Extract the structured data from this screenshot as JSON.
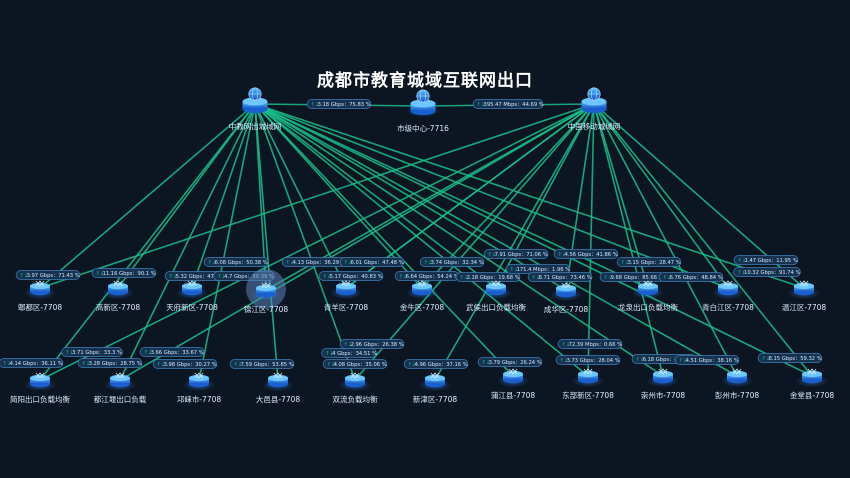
{
  "title": "成都市教育城域互联网出口",
  "colors": {
    "background": "#0c1622",
    "link": "#19c08a",
    "node_top": "#3fa9ff",
    "node_bottom": "#1a5fd0",
    "label_bg": "#16324f",
    "label_border": "#3e7fb8",
    "highlight": "#5b7fb4"
  },
  "nodes": [
    {
      "id": "hub_left",
      "label": "中教网出城域网",
      "kind": "hub"
    },
    {
      "id": "center",
      "label": "市级中心-7716",
      "kind": "center"
    },
    {
      "id": "hub_right",
      "label": "中国移动城域网",
      "kind": "hub"
    },
    {
      "id": "pidu",
      "label": "郫都区-7708",
      "kind": "leaf"
    },
    {
      "id": "gaoxin",
      "label": "高新区-7708",
      "kind": "leaf"
    },
    {
      "id": "tianfu",
      "label": "天府新区-7708",
      "kind": "leaf"
    },
    {
      "id": "jinjiang",
      "label": "锦江区-7708",
      "kind": "leaf",
      "highlight": true
    },
    {
      "id": "qingyang",
      "label": "青羊区-7708",
      "kind": "leaf"
    },
    {
      "id": "jinniu",
      "label": "金牛区-7708",
      "kind": "leaf"
    },
    {
      "id": "wuhou",
      "label": "武侯出口负载均衡",
      "kind": "leaf"
    },
    {
      "id": "chenghua",
      "label": "成华区-7708",
      "kind": "leaf"
    },
    {
      "id": "longquan",
      "label": "龙泉出口负载均衡",
      "kind": "leaf"
    },
    {
      "id": "qingbaijiang",
      "label": "青白江区-7708",
      "kind": "leaf"
    },
    {
      "id": "wenjiang",
      "label": "温江区-7708",
      "kind": "leaf"
    },
    {
      "id": "jianyang",
      "label": "简阳出口负载均衡",
      "kind": "leaf"
    },
    {
      "id": "dujiangyan",
      "label": "都江堰出口负载",
      "kind": "leaf"
    },
    {
      "id": "qionglai",
      "label": "邛崃市-7708",
      "kind": "leaf"
    },
    {
      "id": "dayi",
      "label": "大邑县-7708",
      "kind": "leaf"
    },
    {
      "id": "shuangliu",
      "label": "双流负载均衡",
      "kind": "leaf"
    },
    {
      "id": "xinjin",
      "label": "新津区-7708",
      "kind": "leaf"
    },
    {
      "id": "pujiang",
      "label": "蒲江县-7708",
      "kind": "leaf"
    },
    {
      "id": "dongbu",
      "label": "东部新区-7708",
      "kind": "leaf"
    },
    {
      "id": "chongzhou",
      "label": "崇州市-7708",
      "kind": "leaf"
    },
    {
      "id": "pengzhou",
      "label": "彭州市-7708",
      "kind": "leaf"
    },
    {
      "id": "jintang",
      "label": "金堂县-7708",
      "kind": "leaf"
    }
  ],
  "links": [
    {
      "from": "hub_left",
      "to": "center",
      "label": "3.18 Gbps：75.83 %"
    },
    {
      "from": "center",
      "to": "hub_right",
      "label": "395.47 Mbps：44.69 %"
    },
    {
      "from": "hub_left",
      "to": "pidu",
      "label": "3.97 Gbps：71.43 %"
    },
    {
      "from": "hub_left",
      "to": "gaoxin",
      "label": "11.16 Gbps：90.1 %"
    },
    {
      "from": "hub_left",
      "to": "tianfu",
      "label": "5.32 Gbps：47.55 %"
    },
    {
      "from": "hub_left",
      "to": "jinjiang",
      "label": "6.08 Gbps：50.38 %"
    },
    {
      "from": "hub_left",
      "to": "qingyang",
      "label": "4.13 Gbps：36.29 %"
    },
    {
      "from": "hub_left",
      "to": "jinniu",
      "label": "6.01 Gbps：47.48 %"
    },
    {
      "from": "hub_left",
      "to": "wuhou",
      "label": "3.74 Gbps：32.34 %"
    },
    {
      "from": "hub_left",
      "to": "chenghua",
      "label": "7.91 Gbps：71.06 %"
    },
    {
      "from": "hub_left",
      "to": "longquan",
      "label": "4.56 Gbps：41.86 %"
    },
    {
      "from": "hub_left",
      "to": "qingbaijiang",
      "label": "3.15 Gbps：28.47 %"
    },
    {
      "from": "hub_left",
      "to": "wenjiang",
      "label": "1.47 Gbps：11.95 %"
    },
    {
      "from": "hub_right",
      "to": "jinjiang",
      "label": "4.7 Gbps：50.39 %"
    },
    {
      "from": "hub_right",
      "to": "qingyang",
      "label": "5.17 Gbps：40.83 %"
    },
    {
      "from": "hub_right",
      "to": "jinniu",
      "label": "6.64 Gbps：54.24 %"
    },
    {
      "from": "hub_right",
      "to": "wuhou",
      "label": "2.18 Gbps：19.68 %"
    },
    {
      "from": "hub_right",
      "to": "chenghua",
      "label": "171.4 Mbps：1.96 %"
    },
    {
      "from": "hub_right",
      "to": "longquan",
      "label": "8.71 Gbps：73.46 %"
    },
    {
      "from": "hub_right",
      "to": "qingbaijiang",
      "label": "9.68 Gbps：85.66 %"
    },
    {
      "from": "hub_right",
      "to": "wenjiang",
      "label": "6.76 Gbps：48.84 %"
    },
    {
      "from": "hub_right",
      "to": "pidu",
      "label": "10.32 Gbps：91.74 %"
    },
    {
      "from": "hub_left",
      "to": "jianyang",
      "label": "4.14 Gbps：36.11 %"
    },
    {
      "from": "hub_right",
      "to": "jianyang",
      "label": "3.71 Gbps：33.3 %"
    },
    {
      "from": "hub_left",
      "to": "dujiangyan",
      "label": "3.28 Gbps：28.75 %"
    },
    {
      "from": "hub_right",
      "to": "dujiangyan",
      "label": "3.66 Gbps：33.67 %"
    },
    {
      "from": "hub_left",
      "to": "qionglai",
      "label": "3.98 Gbps：30.27 %"
    },
    {
      "from": "hub_left",
      "to": "dayi",
      "label": "7.59 Gbps：53.85 %"
    },
    {
      "from": "hub_right",
      "to": "shuangliu",
      "label": "2.96 Gbps：26.38 %"
    },
    {
      "from": "hub_left",
      "to": "shuangliu",
      "label": "4 Gbps：34.51 %"
    },
    {
      "from": "hub_right",
      "to": "qingyang",
      "label": "4.08 Gbps：35.06 %"
    },
    {
      "from": "hub_right",
      "to": "xinjin",
      "label": "4.96 Gbps：37.16 %"
    },
    {
      "from": "hub_left",
      "to": "pujiang",
      "label": "3.79 Gbps：26.24 %"
    },
    {
      "from": "hub_left",
      "to": "dongbu",
      "label": "3.73 Gbps：28.04 %"
    },
    {
      "from": "hub_right",
      "to": "dongbu",
      "label": "72.39 Mbps：0.66 %"
    },
    {
      "from": "hub_left",
      "to": "chongzhou",
      "label": "6.18 Gbps：46.24 %"
    },
    {
      "from": "hub_left",
      "to": "pengzhou",
      "label": "4.51 Gbps：38.16 %"
    },
    {
      "from": "hub_left",
      "to": "jintang",
      "label": "8.15 Gbps：59.32 %"
    },
    {
      "from": "hub_right",
      "to": "jintang",
      "label": ""
    },
    {
      "from": "hub_right",
      "to": "pengzhou",
      "label": ""
    },
    {
      "from": "hub_right",
      "to": "chongzhou",
      "label": ""
    }
  ]
}
